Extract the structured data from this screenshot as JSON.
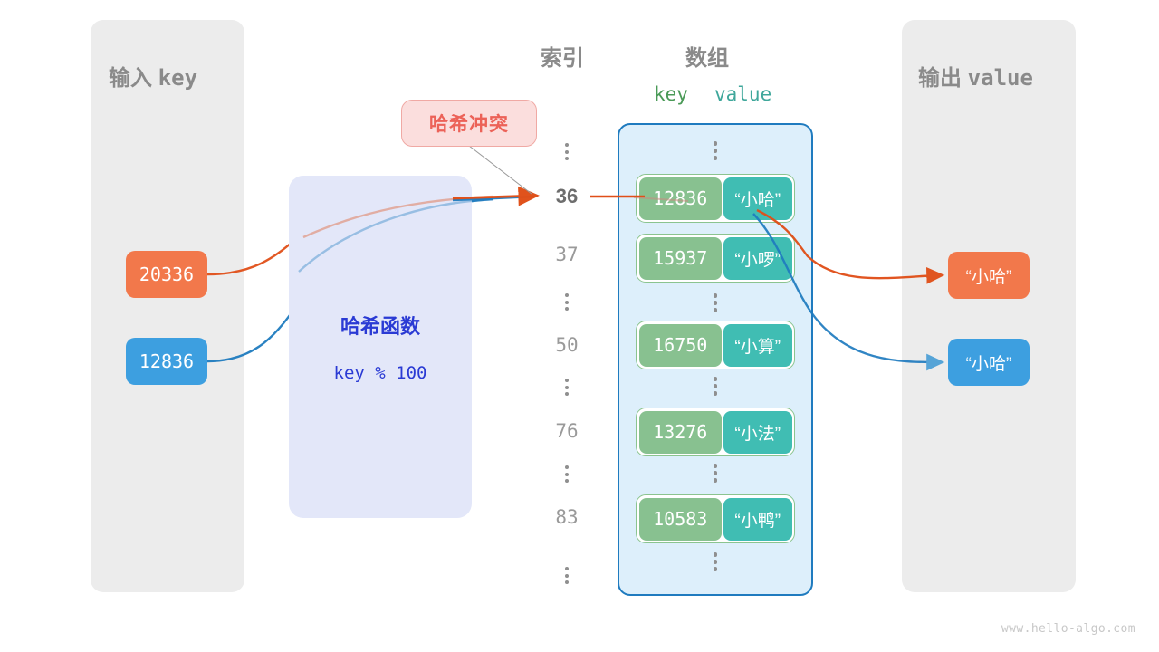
{
  "panels": {
    "input": {
      "title_cn": "输入",
      "title_mono": "key"
    },
    "output": {
      "title_cn": "输出",
      "title_mono": "value"
    }
  },
  "headings": {
    "index": "索引",
    "array": "数组",
    "key_col": "key",
    "value_col": "value"
  },
  "hash_function": {
    "title": "哈希函数",
    "formula": "key % 100"
  },
  "annotation": {
    "collision_label": "哈希冲突"
  },
  "input_keys": [
    {
      "label": "20336",
      "color": "#f2784b"
    },
    {
      "label": "12836",
      "color": "#3d9fe0"
    }
  ],
  "output_values": [
    {
      "label": "“小哈”",
      "color": "#f2784b"
    },
    {
      "label": "“小哈”",
      "color": "#3d9fe0"
    }
  ],
  "index_column": [
    {
      "type": "dots"
    },
    {
      "type": "index",
      "label": "36",
      "active": true
    },
    {
      "type": "index",
      "label": "37",
      "active": false
    },
    {
      "type": "dots"
    },
    {
      "type": "index",
      "label": "50",
      "active": false
    },
    {
      "type": "dots"
    },
    {
      "type": "index",
      "label": "76",
      "active": false
    },
    {
      "type": "dots"
    },
    {
      "type": "index",
      "label": "83",
      "active": false
    },
    {
      "type": "dots"
    }
  ],
  "array_rows": [
    {
      "type": "dots"
    },
    {
      "type": "pair",
      "key": "12836",
      "value": "“小哈”"
    },
    {
      "type": "pair",
      "key": "15937",
      "value": "“小啰”"
    },
    {
      "type": "dots"
    },
    {
      "type": "pair",
      "key": "16750",
      "value": "“小算”"
    },
    {
      "type": "dots"
    },
    {
      "type": "pair",
      "key": "13276",
      "value": "“小法”"
    },
    {
      "type": "dots"
    },
    {
      "type": "pair",
      "key": "10583",
      "value": "“小鸭”"
    },
    {
      "type": "dots"
    }
  ],
  "colors": {
    "panel_bg": "#ececec",
    "array_bg": "#ddeffb",
    "array_border": "#1f7bbf",
    "hash_bg": "#e3e7f9",
    "hash_text": "#2a3ad4",
    "key_cell": "#88c190",
    "value_cell": "#40bdb3",
    "pair_border": "#8bc48f",
    "badge_bg": "#fbdedd",
    "badge_text": "#ec6258",
    "orange_wire": "#e04f18",
    "blue_wire": "#1f7bbf",
    "heading_gray": "#8a8a8a"
  },
  "watermark": "www.hello-algo.com"
}
